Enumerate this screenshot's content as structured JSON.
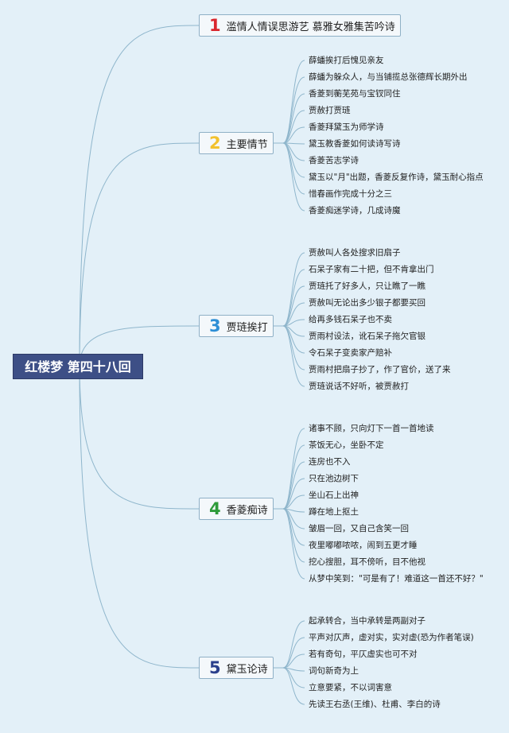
{
  "root": {
    "title": "红楼梦 第四十八回"
  },
  "branches": [
    {
      "num": "1",
      "label": "滥情人情误思游艺 慕雅女雅集苦吟诗",
      "color": "#d9262e",
      "items": []
    },
    {
      "num": "2",
      "label": "主要情节",
      "color": "#f2c12e",
      "items": [
        "薛蟠挨打后愧见亲友",
        "薛蟠为躲众人，与当铺揽总张德辉长期外出",
        "香菱到蘅芜苑与宝钗同住",
        "贾赦打贾琏",
        "香菱拜黛玉为师学诗",
        "黛玉教香菱如何读诗写诗",
        "香菱苦志学诗",
        "黛玉以\"月\"出题，香菱反复作诗，黛玉耐心指点",
        "惜春画作完成十分之三",
        "香菱痴迷学诗，几成诗魔"
      ]
    },
    {
      "num": "3",
      "label": "贾琏挨打",
      "color": "#2e8fd6",
      "items": [
        "贾赦叫人各处搜求旧扇子",
        "石呆子家有二十把，但不肯拿出门",
        "贾琏托了好多人，只让瞧了一瞧",
        "贾赦叫无论出多少银子都要买回",
        "给再多钱石呆子也不卖",
        "贾雨村设法，讹石呆子拖欠官银",
        "令石呆子变卖家产赔补",
        "贾雨村把扇子抄了，作了官价，送了来",
        "贾琏说话不好听，被贾赦打"
      ]
    },
    {
      "num": "4",
      "label": "香菱痴诗",
      "color": "#2e9b3a",
      "items": [
        "诸事不顾，只向灯下一首一首地读",
        "茶饭无心，坐卧不定",
        "连房也不入",
        "只在池边树下",
        "坐山石上出神",
        "蹲在地上抠土",
        "皱眉一回，又自己含笑一回",
        "夜里嘟嘟哝哝，闹到五更才睡",
        "挖心搜胆，耳不傍听，目不他视",
        "从梦中笑到：\"可是有了！难道这一首还不好？\""
      ]
    },
    {
      "num": "5",
      "label": "黛玉论诗",
      "color": "#2a3f8c",
      "items": [
        "起承转合，当中承转是两副对子",
        "平声对仄声，虚对实，实对虚(恐为作者笔误)",
        "若有奇句，平仄虚实也可不对",
        "词句新奇为上",
        "立意要紧，不以词害意",
        "先读王右丞(王维)、杜甫、李白的诗"
      ]
    }
  ]
}
